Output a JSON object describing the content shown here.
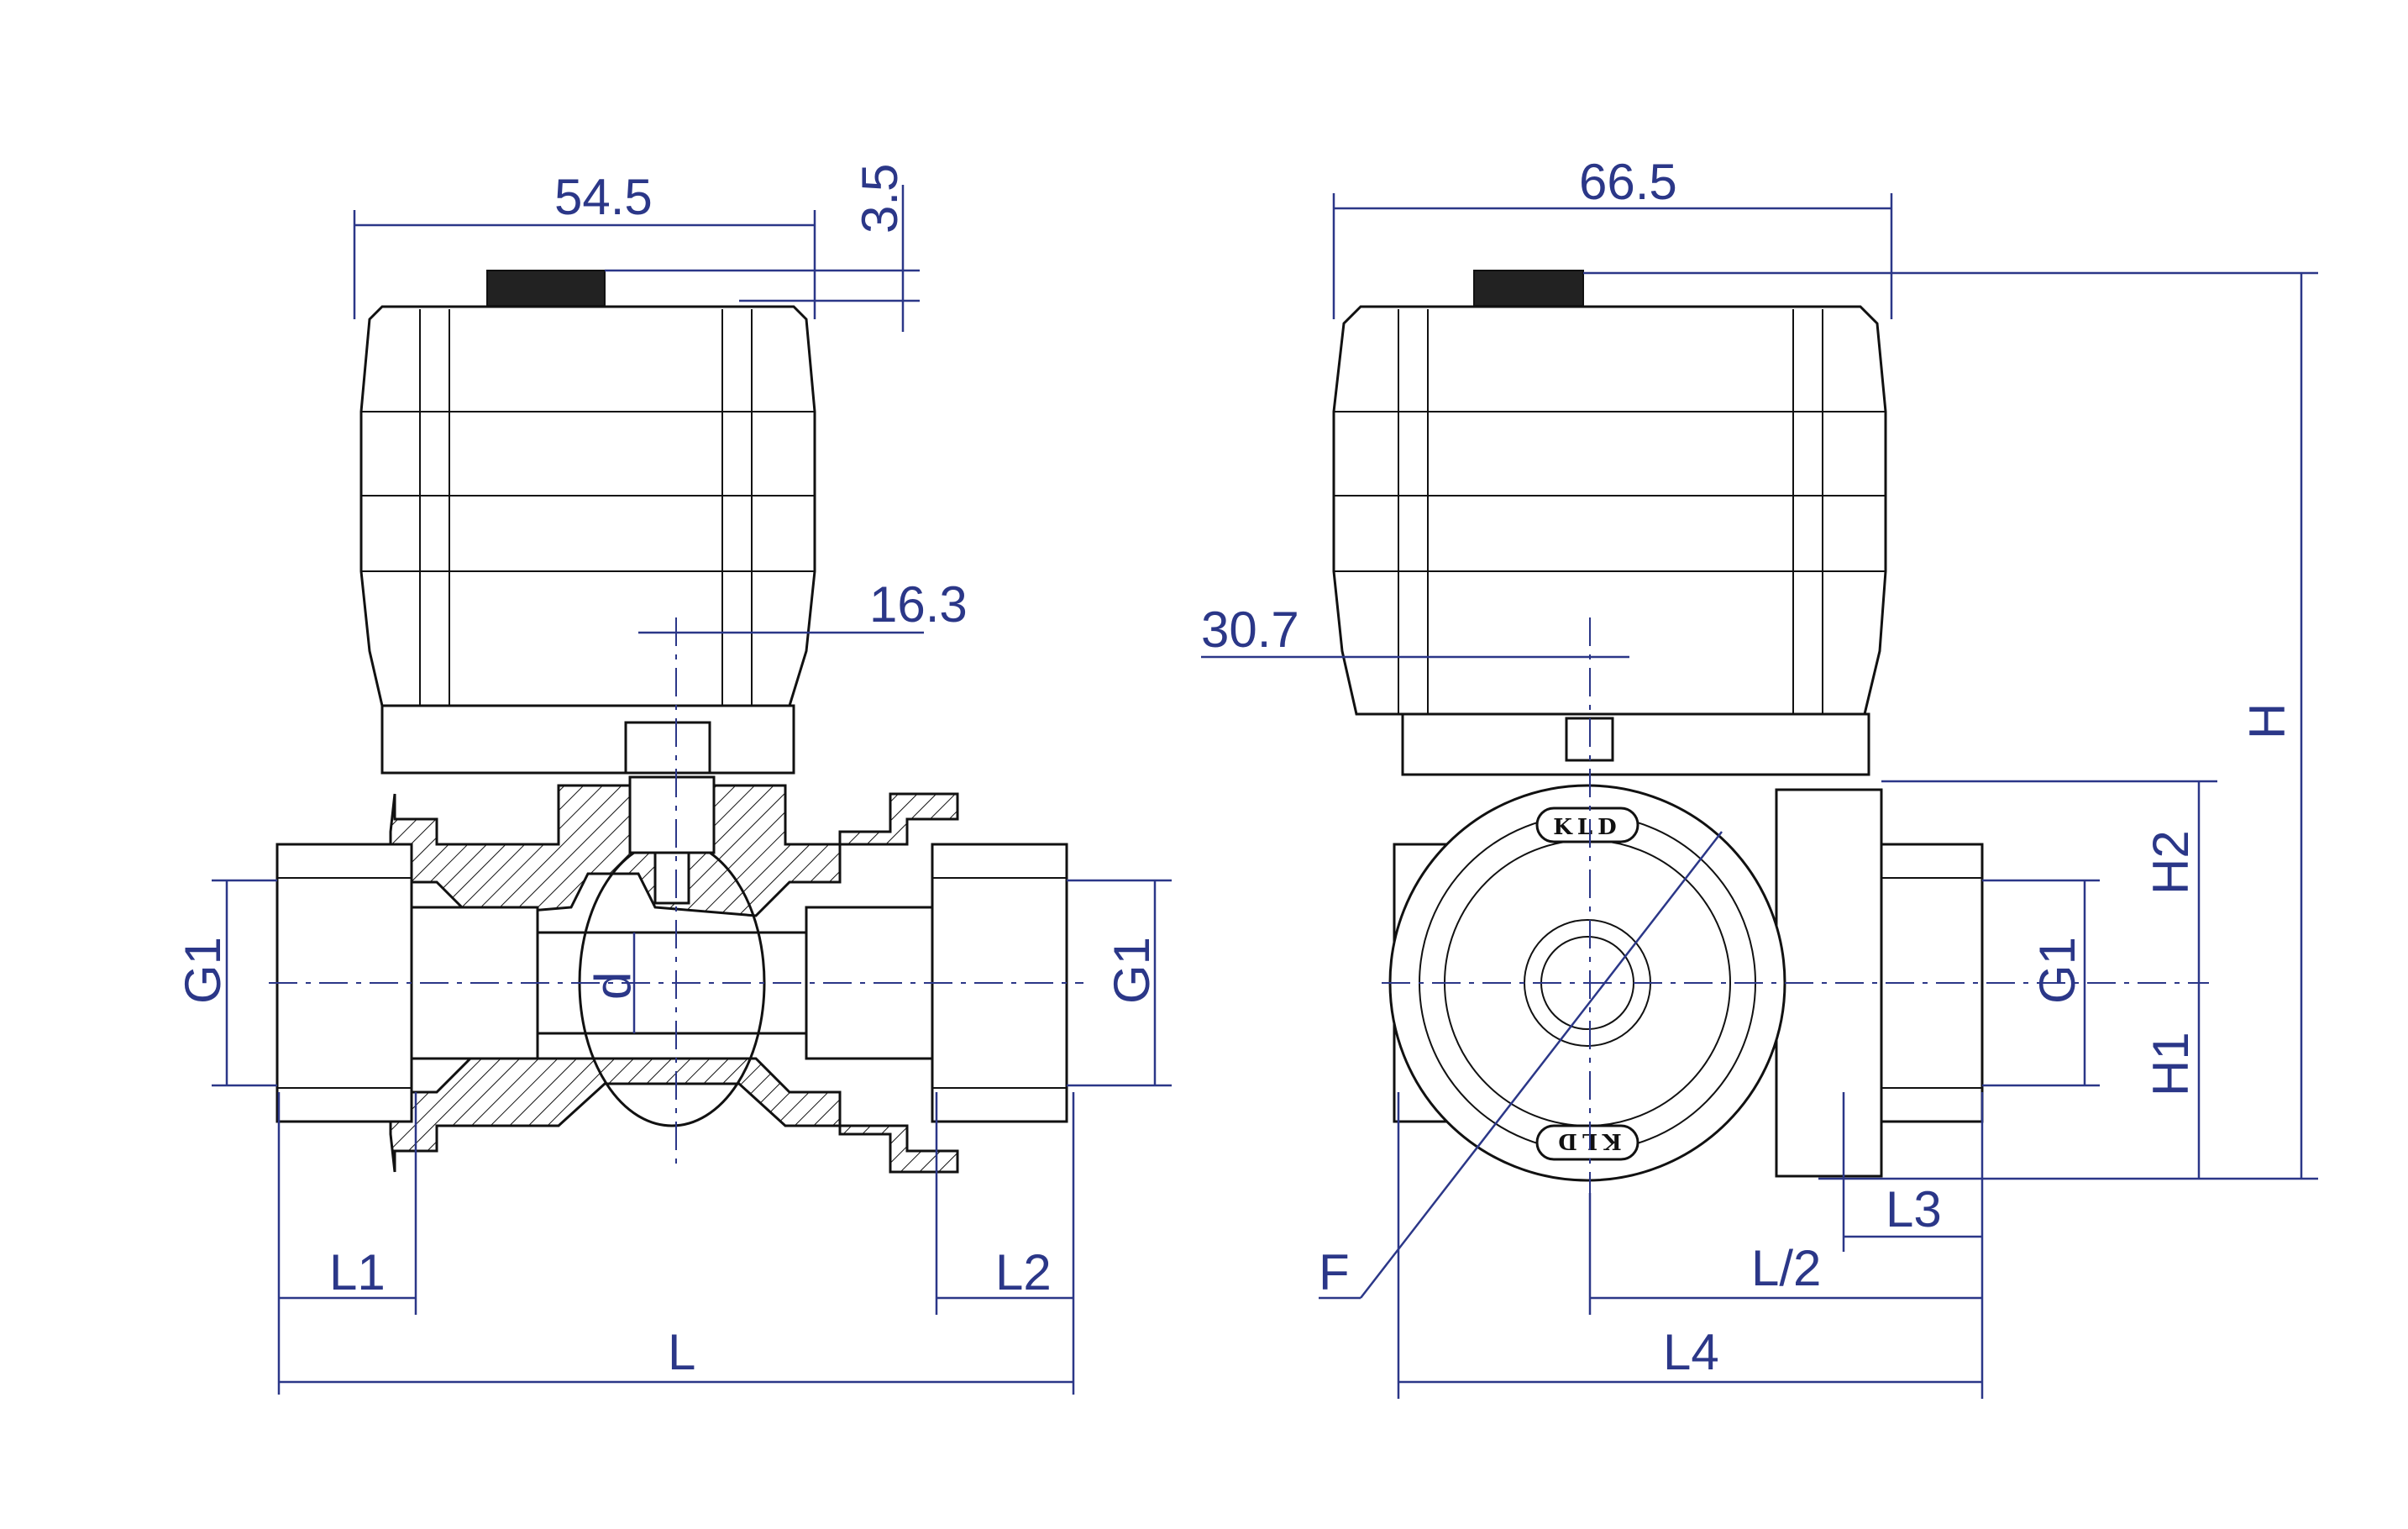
{
  "drawing": {
    "labels": {
      "dim_54_5": "54.5",
      "dim_3_5": "3.5",
      "dim_16_3": "16.3",
      "dim_66_5": "66.5",
      "dim_30_7": "30.7",
      "dim_G1_left": "G1",
      "dim_G1_right": "G1",
      "dim_G1_side": "G1",
      "dim_d": "d",
      "dim_L1": "L1",
      "dim_L2": "L2",
      "dim_L": "L",
      "dim_H": "H",
      "dim_H1": "H1",
      "dim_H2": "H2",
      "dim_L3": "L3",
      "dim_L_half": "L/2",
      "dim_L4": "L4",
      "dim_F": "F"
    },
    "knob_text_top": "KLD",
    "knob_text_bottom": "KLD",
    "colors": {
      "dimension": "#2b3788",
      "outline": "#111111"
    }
  }
}
